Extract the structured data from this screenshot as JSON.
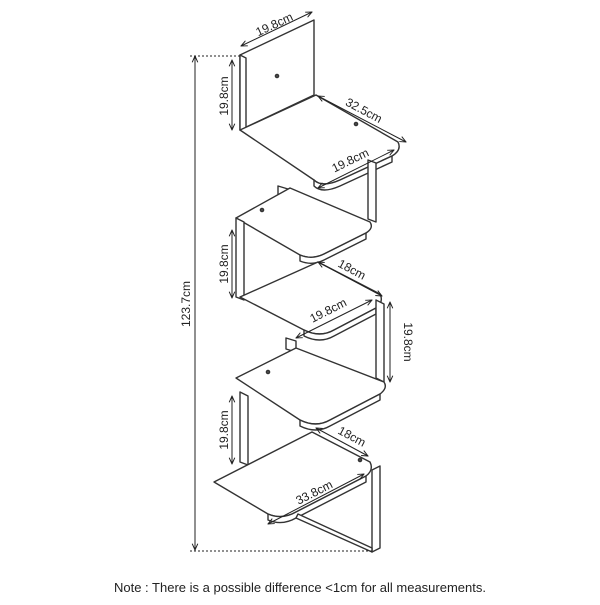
{
  "dimensions": {
    "back_width": "19.8cm",
    "top_height": "19.8cm",
    "top_depth": "32.5cm",
    "top_inner": "19.8cm",
    "mid_height": "19.8cm",
    "mid_depth": "18cm",
    "mid_inner": "19.8cm",
    "right_height": "19.8cm",
    "low_height": "19.8cm",
    "base_depth": "18cm",
    "base_width": "33.8cm",
    "total_height": "123.7cm"
  },
  "note": "Note : There is a possible difference <1cm for all measurements."
}
